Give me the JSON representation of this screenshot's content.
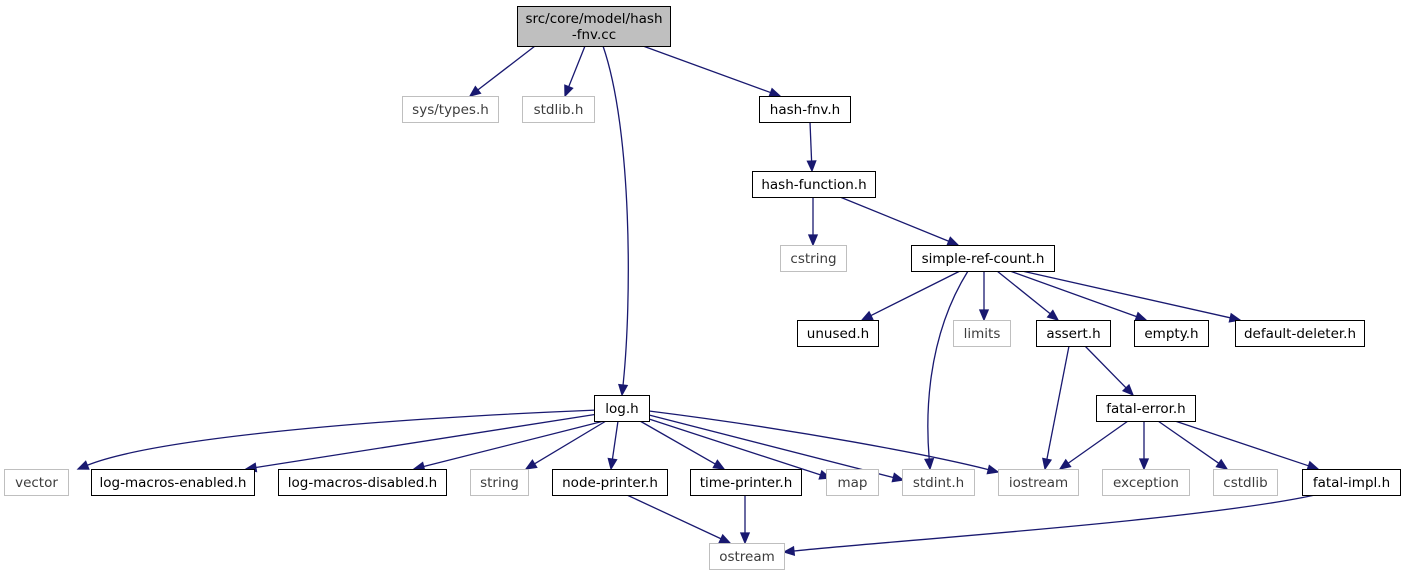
{
  "colors": {
    "edge": "#191970",
    "root_fill": "#bfbfbf",
    "internal_border": "#000000",
    "external_border": "#bfbfbf",
    "external_text": "#3c3c3c"
  },
  "nodes": {
    "root": {
      "lines": [
        "src/core/model/hash",
        "-fnv.cc"
      ],
      "kind": "root"
    },
    "sys_types": {
      "label": "sys/types.h",
      "kind": "external"
    },
    "stdlib": {
      "label": "stdlib.h",
      "kind": "external"
    },
    "hash_fnv": {
      "label": "hash-fnv.h",
      "kind": "internal"
    },
    "hash_function": {
      "label": "hash-function.h",
      "kind": "internal"
    },
    "cstring": {
      "label": "cstring",
      "kind": "external"
    },
    "simple_ref_count": {
      "label": "simple-ref-count.h",
      "kind": "internal"
    },
    "unused": {
      "label": "unused.h",
      "kind": "internal"
    },
    "limits": {
      "label": "limits",
      "kind": "external"
    },
    "assert": {
      "label": "assert.h",
      "kind": "internal"
    },
    "empty": {
      "label": "empty.h",
      "kind": "internal"
    },
    "default_deleter": {
      "label": "default-deleter.h",
      "kind": "internal"
    },
    "fatal_error": {
      "label": "fatal-error.h",
      "kind": "internal"
    },
    "log": {
      "label": "log.h",
      "kind": "internal"
    },
    "vector": {
      "label": "vector",
      "kind": "external"
    },
    "log_macros_enabled": {
      "label": "log-macros-enabled.h",
      "kind": "internal"
    },
    "log_macros_disabled": {
      "label": "log-macros-disabled.h",
      "kind": "internal"
    },
    "string": {
      "label": "string",
      "kind": "external"
    },
    "node_printer": {
      "label": "node-printer.h",
      "kind": "internal"
    },
    "time_printer": {
      "label": "time-printer.h",
      "kind": "internal"
    },
    "map": {
      "label": "map",
      "kind": "external"
    },
    "stdint": {
      "label": "stdint.h",
      "kind": "external"
    },
    "iostream": {
      "label": "iostream",
      "kind": "external"
    },
    "exception": {
      "label": "exception",
      "kind": "external"
    },
    "cstdlib": {
      "label": "cstdlib",
      "kind": "external"
    },
    "fatal_impl": {
      "label": "fatal-impl.h",
      "kind": "internal"
    },
    "ostream": {
      "label": "ostream",
      "kind": "external"
    }
  },
  "edges": [
    [
      "root",
      "sys_types"
    ],
    [
      "root",
      "stdlib"
    ],
    [
      "root",
      "hash_fnv"
    ],
    [
      "root",
      "log"
    ],
    [
      "hash_fnv",
      "hash_function"
    ],
    [
      "hash_function",
      "cstring"
    ],
    [
      "hash_function",
      "simple_ref_count"
    ],
    [
      "simple_ref_count",
      "unused"
    ],
    [
      "simple_ref_count",
      "limits"
    ],
    [
      "simple_ref_count",
      "assert"
    ],
    [
      "simple_ref_count",
      "empty"
    ],
    [
      "simple_ref_count",
      "default_deleter"
    ],
    [
      "simple_ref_count",
      "stdint"
    ],
    [
      "assert",
      "iostream"
    ],
    [
      "assert",
      "fatal_error"
    ],
    [
      "fatal_error",
      "iostream"
    ],
    [
      "fatal_error",
      "exception"
    ],
    [
      "fatal_error",
      "cstdlib"
    ],
    [
      "fatal_error",
      "fatal_impl"
    ],
    [
      "log",
      "vector"
    ],
    [
      "log",
      "log_macros_enabled"
    ],
    [
      "log",
      "log_macros_disabled"
    ],
    [
      "log",
      "string"
    ],
    [
      "log",
      "node_printer"
    ],
    [
      "log",
      "time_printer"
    ],
    [
      "log",
      "map"
    ],
    [
      "log",
      "stdint"
    ],
    [
      "log",
      "iostream"
    ],
    [
      "node_printer",
      "ostream"
    ],
    [
      "time_printer",
      "ostream"
    ],
    [
      "fatal_impl",
      "ostream"
    ]
  ]
}
